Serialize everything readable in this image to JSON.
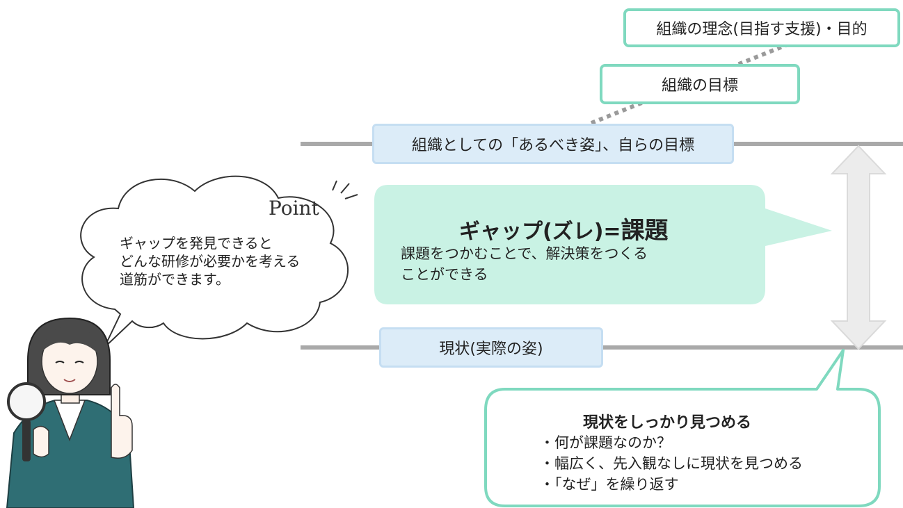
{
  "goals": {
    "philosophy": "組織の理念(目指す支援)・目的",
    "org_goal": "組織の目標",
    "ideal": "組織としての「あるべき姿」、自らの目標",
    "current": "現状(実際の姿)"
  },
  "gap": {
    "title_prefix": "ギャップ(ズレ)=",
    "title_emph": "課題",
    "lines": [
      "課題をつかむことで、解決策をつくる",
      "ことができる"
    ]
  },
  "point": {
    "label": "Point",
    "lines": [
      "ギャップを発見できると",
      "どんな研修が必要かを考える",
      "道筋ができます。"
    ]
  },
  "observe": {
    "title": "現状をしっかり見つめる",
    "items": [
      "・何が課題なのか？",
      "・幅広く、先入観なしに現状を見つめる",
      "・「なぜ」を繰り返す"
    ]
  },
  "colors": {
    "mint_border": "#7fd9bf",
    "mint_fill": "#c9f2e4",
    "blue_fill": "#dcecf8",
    "line_gray": "#a9a9a9",
    "jacket": "#2f6e74"
  },
  "icons": [
    "magnifier-icon",
    "speech-cloud",
    "person-illustration",
    "double-arrow-icon"
  ]
}
